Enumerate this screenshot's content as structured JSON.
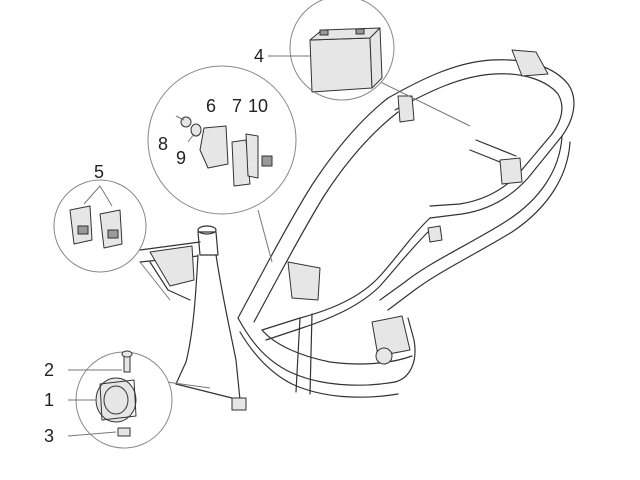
{
  "callouts": [
    {
      "num": "1"
    },
    {
      "num": "2"
    },
    {
      "num": "3"
    },
    {
      "num": "4"
    },
    {
      "num": "5"
    },
    {
      "num": "6"
    },
    {
      "num": "7"
    },
    {
      "num": "8"
    },
    {
      "num": "9"
    },
    {
      "num": "10"
    }
  ]
}
